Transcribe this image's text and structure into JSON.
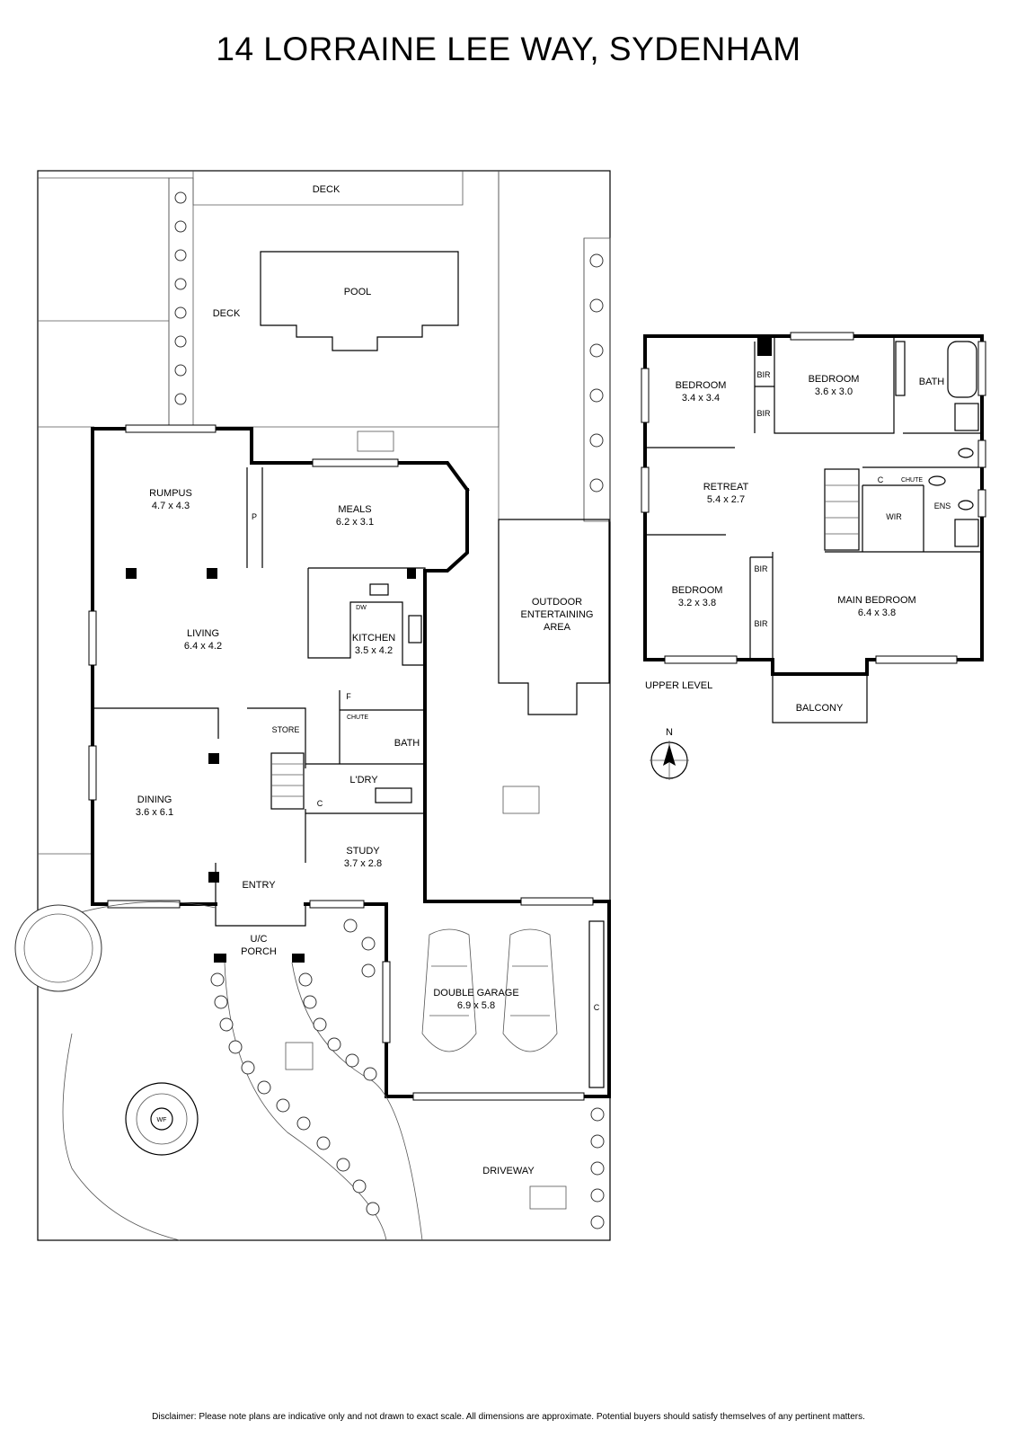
{
  "title": "14 LORRAINE LEE WAY, SYDENHAM",
  "disclaimer": "Disclaimer: Please note plans are indicative only and not drawn to exact scale. All dimensions are approximate. Potential buyers should satisfy themselves of any pertinent matters.",
  "ground_floor": {
    "rooms": [
      {
        "name": "DECK",
        "dims": ""
      },
      {
        "name": "POOL",
        "dims": ""
      },
      {
        "name": "DECK",
        "dims": ""
      },
      {
        "name": "RUMPUS",
        "dims": "4.7 x 4.3"
      },
      {
        "name": "MEALS",
        "dims": "6.2 x 3.1"
      },
      {
        "name": "LIVING",
        "dims": "6.4 x 4.2"
      },
      {
        "name": "KITCHEN",
        "dims": "3.5 x 4.2"
      },
      {
        "name": "OUTDOOR",
        "dims": ""
      },
      {
        "name": "ENTERTAINING",
        "dims": ""
      },
      {
        "name": "AREA",
        "dims": ""
      },
      {
        "name": "DINING",
        "dims": "3.6 x 6.1"
      },
      {
        "name": "STORE",
        "dims": ""
      },
      {
        "name": "BATH",
        "dims": ""
      },
      {
        "name": "L'DRY",
        "dims": ""
      },
      {
        "name": "STUDY",
        "dims": "3.7 x 2.8"
      },
      {
        "name": "ENTRY",
        "dims": ""
      },
      {
        "name": "U/C",
        "dims": ""
      },
      {
        "name": "PORCH",
        "dims": ""
      },
      {
        "name": "DOUBLE GARAGE",
        "dims": "6.9 x 5.8"
      },
      {
        "name": "DRIVEWAY",
        "dims": ""
      }
    ],
    "small_labels": [
      "P",
      "DW",
      "F",
      "CHUTE",
      "C",
      "C",
      "WF"
    ]
  },
  "upper_floor": {
    "label": "UPPER LEVEL",
    "rooms": [
      {
        "name": "BEDROOM",
        "dims": "3.4 x 3.4"
      },
      {
        "name": "BEDROOM",
        "dims": "3.6 x 3.0"
      },
      {
        "name": "BATH",
        "dims": ""
      },
      {
        "name": "RETREAT",
        "dims": "5.4 x 2.7"
      },
      {
        "name": "ENS",
        "dims": ""
      },
      {
        "name": "WIR",
        "dims": ""
      },
      {
        "name": "BEDROOM",
        "dims": "3.2 x 3.8"
      },
      {
        "name": "MAIN BEDROOM",
        "dims": "6.4 x 3.8"
      },
      {
        "name": "BALCONY",
        "dims": ""
      }
    ],
    "small_labels": [
      "BIR",
      "BIR",
      "BIR",
      "BIR",
      "C",
      "CHUTE"
    ]
  },
  "compass": {
    "label": "N"
  }
}
